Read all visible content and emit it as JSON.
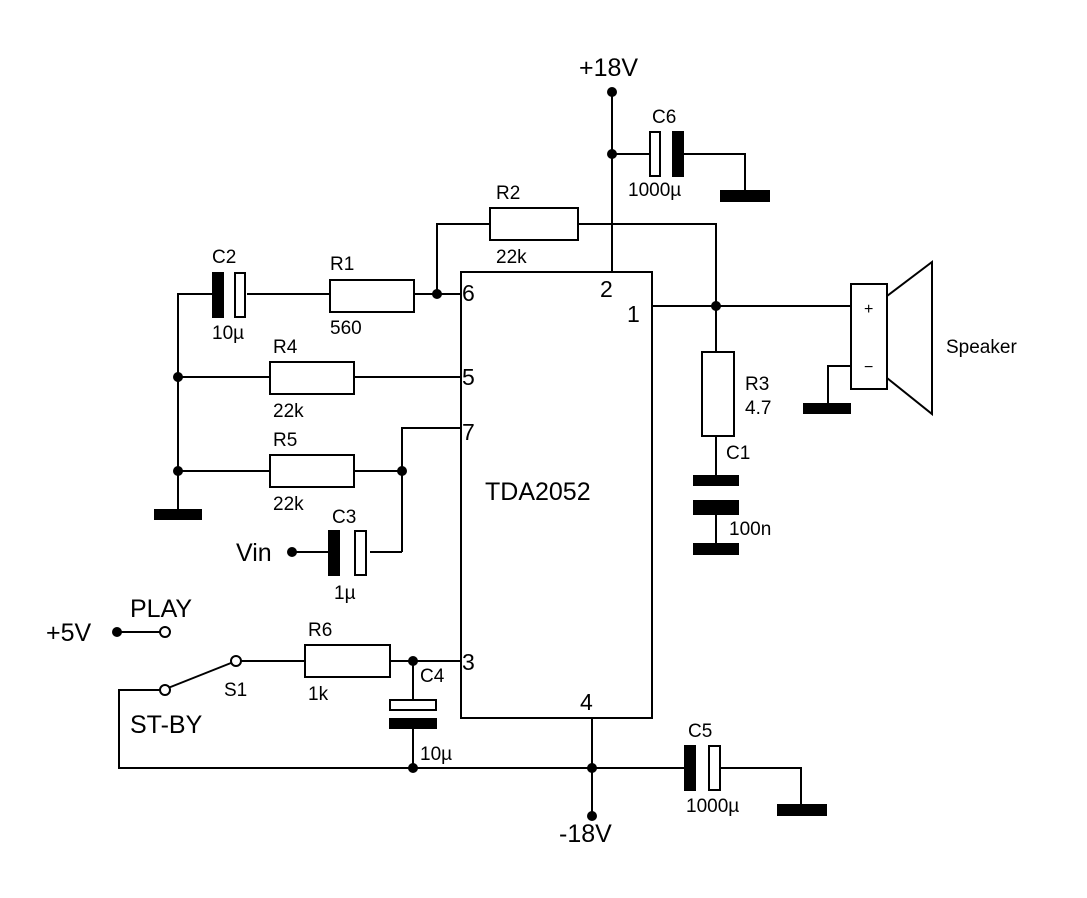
{
  "ic": {
    "name": "TDA2052",
    "pins": {
      "p1": "1",
      "p2": "2",
      "p3": "3",
      "p4": "4",
      "p5": "5",
      "p6": "6",
      "p7": "7"
    }
  },
  "power": {
    "pos": "+18V",
    "neg": "-18V",
    "logic": "+5V"
  },
  "input": {
    "label": "Vin"
  },
  "switch": {
    "name": "S1",
    "play": "PLAY",
    "standby": "ST-BY"
  },
  "speaker": {
    "label": "Speaker",
    "plus": "+",
    "minus": "−"
  },
  "components": {
    "R1": {
      "name": "R1",
      "value": "560"
    },
    "R2": {
      "name": "R2",
      "value": "22k"
    },
    "R3": {
      "name": "R3",
      "value": "4.7"
    },
    "R4": {
      "name": "R4",
      "value": "22k"
    },
    "R5": {
      "name": "R5",
      "value": "22k"
    },
    "R6": {
      "name": "R6",
      "value": "1k"
    },
    "C1": {
      "name": "C1",
      "value": "100n"
    },
    "C2": {
      "name": "C2",
      "value": "10µ"
    },
    "C3": {
      "name": "C3",
      "value": "1µ"
    },
    "C4": {
      "name": "C4",
      "value": "10µ"
    },
    "C5": {
      "name": "C5",
      "value": "1000µ"
    },
    "C6": {
      "name": "C6",
      "value": "1000µ"
    }
  }
}
